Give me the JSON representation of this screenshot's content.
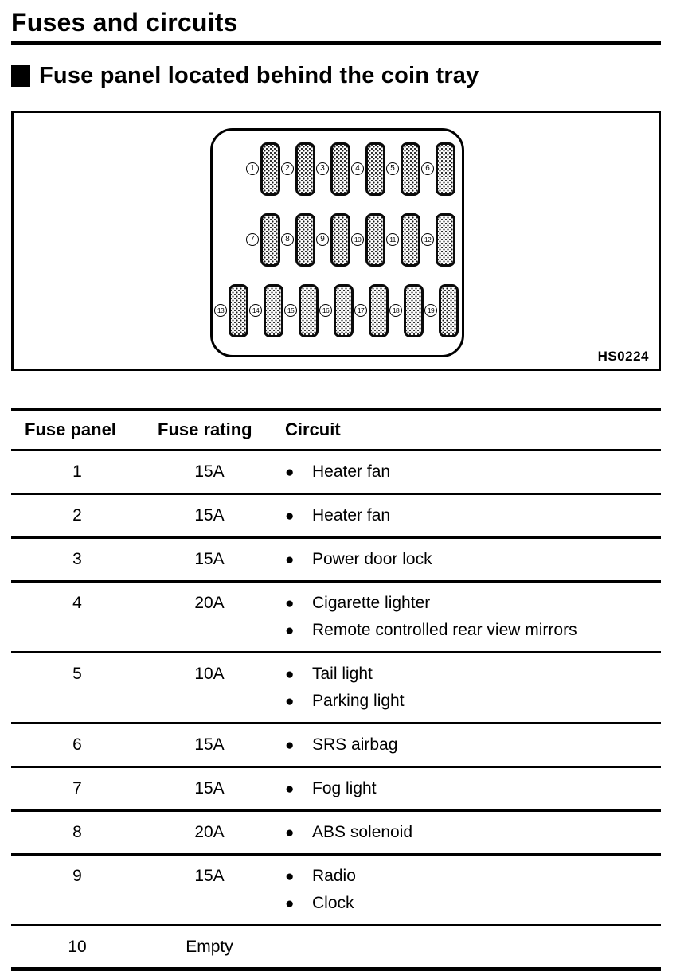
{
  "page": {
    "title": "Fuses and circuits"
  },
  "section": {
    "heading": "Fuse panel located behind the coin tray"
  },
  "icons": {
    "bullet": "●"
  },
  "figure": {
    "label": "HS0224",
    "rows": [
      {
        "fuses": [
          "1",
          "2",
          "3",
          "4",
          "5",
          "6"
        ]
      },
      {
        "fuses": [
          "7",
          "8",
          "9",
          "10",
          "11",
          "12"
        ]
      },
      {
        "fuses": [
          "13",
          "14",
          "15",
          "16",
          "17",
          "18",
          "19"
        ]
      }
    ]
  },
  "table": {
    "headers": [
      "Fuse panel",
      "Fuse rating",
      "Circuit"
    ],
    "rows": [
      {
        "panel": "1",
        "rating": "15A",
        "circuits": [
          "Heater fan"
        ]
      },
      {
        "panel": "2",
        "rating": "15A",
        "circuits": [
          "Heater fan"
        ]
      },
      {
        "panel": "3",
        "rating": "15A",
        "circuits": [
          "Power door lock"
        ]
      },
      {
        "panel": "4",
        "rating": "20A",
        "circuits": [
          "Cigarette lighter",
          "Remote controlled rear view mirrors"
        ]
      },
      {
        "panel": "5",
        "rating": "10A",
        "circuits": [
          "Tail light",
          "Parking light"
        ]
      },
      {
        "panel": "6",
        "rating": "15A",
        "circuits": [
          "SRS airbag"
        ]
      },
      {
        "panel": "7",
        "rating": "15A",
        "circuits": [
          "Fog light"
        ]
      },
      {
        "panel": "8",
        "rating": "20A",
        "circuits": [
          "ABS solenoid"
        ]
      },
      {
        "panel": "9",
        "rating": "15A",
        "circuits": [
          "Radio",
          "Clock"
        ]
      },
      {
        "panel": "10",
        "rating": "Empty",
        "circuits": []
      }
    ]
  }
}
